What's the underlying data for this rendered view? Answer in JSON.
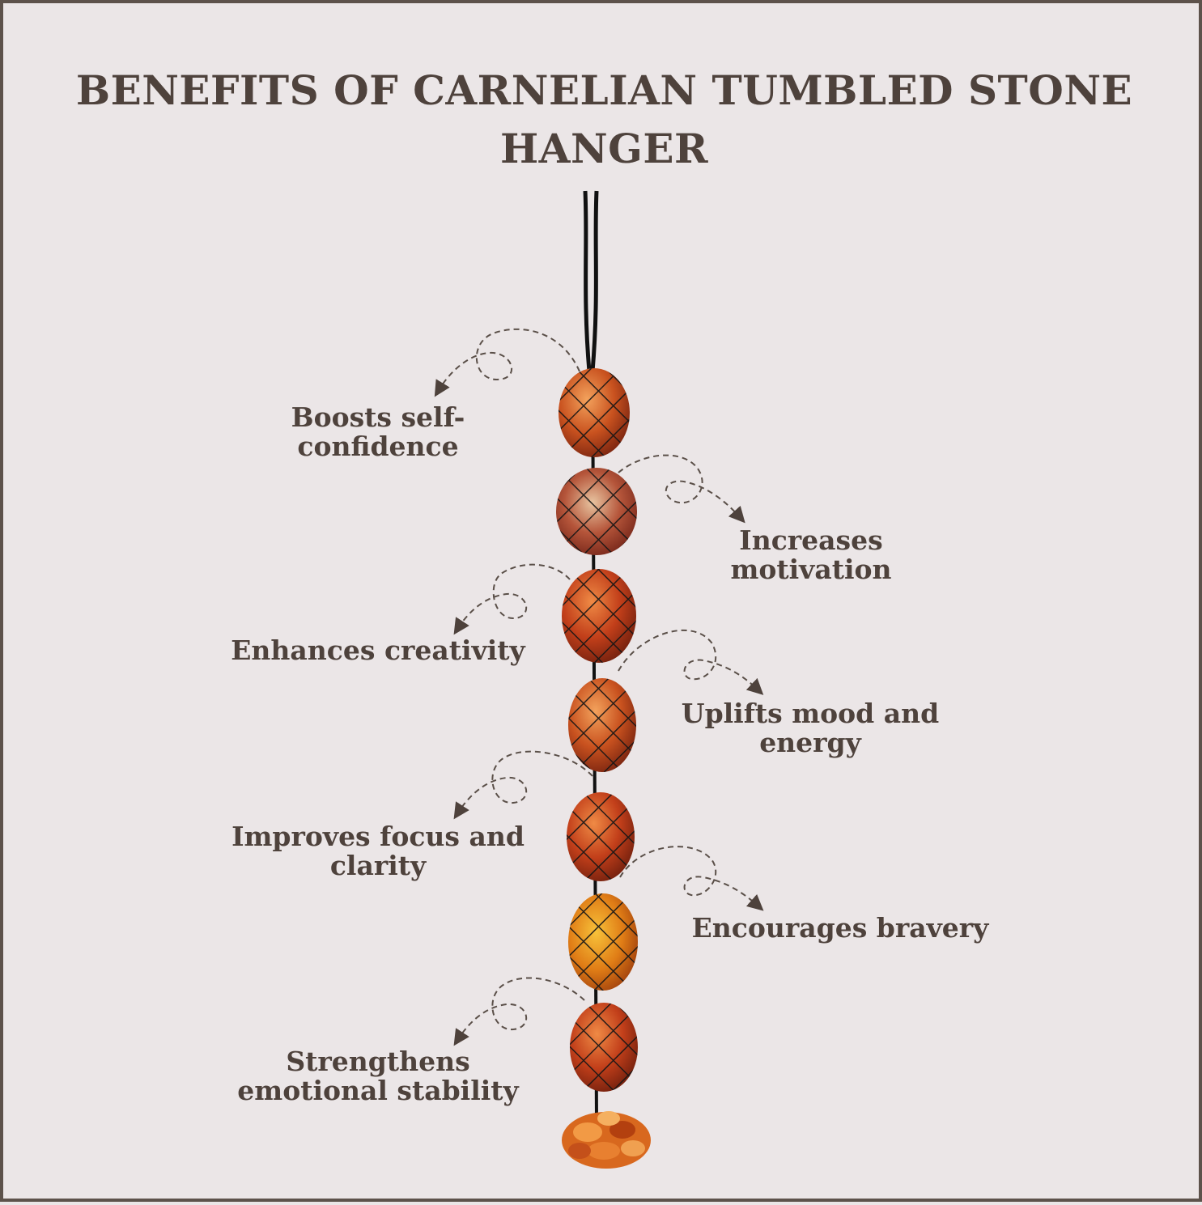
{
  "title": {
    "line1": "BENEFITS OF CARNELIAN TUMBLED STONE",
    "line2": "HANGER"
  },
  "benefits": [
    {
      "line1": "Boosts self-",
      "line2": "confidence"
    },
    {
      "line1": "Increases",
      "line2": "motivation"
    },
    {
      "line1": "Enhances creativity",
      "line2": ""
    },
    {
      "line1": "Uplifts mood and",
      "line2": "energy"
    },
    {
      "line1": "Improves focus and",
      "line2": "clarity"
    },
    {
      "line1": "Encourages bravery",
      "line2": ""
    },
    {
      "line1": "Strengthens",
      "line2": "emotional stability"
    }
  ],
  "colors": {
    "background": "#ebe6e7",
    "border": "#5d524b",
    "text": "#4e423c",
    "cord": "#111111",
    "stone": "#c2451c"
  }
}
